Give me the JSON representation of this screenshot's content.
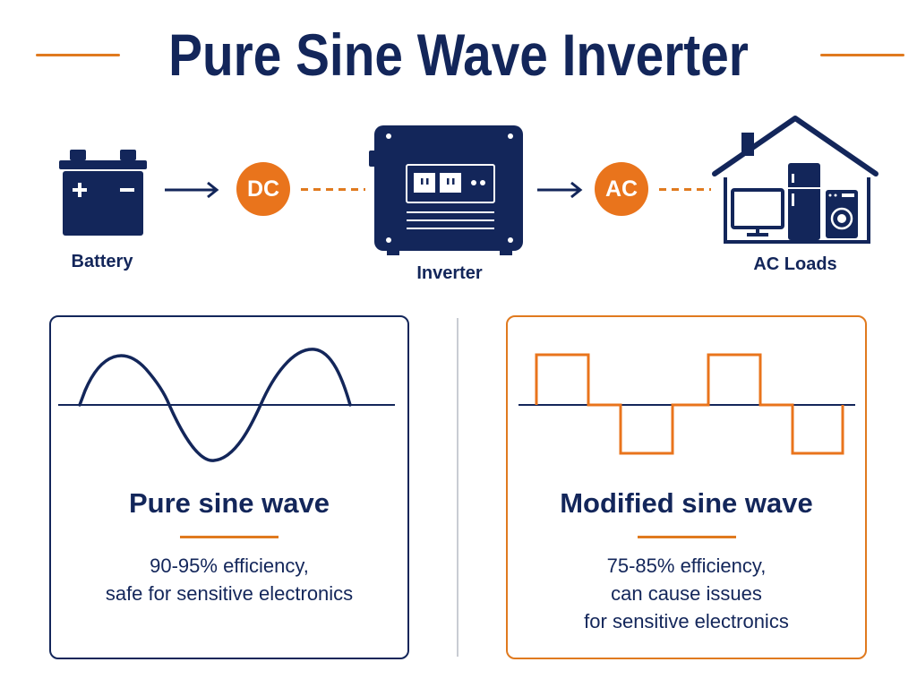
{
  "title": "Pure Sine Wave Inverter",
  "flow": {
    "battery_label": "Battery",
    "dc_label": "DC",
    "inverter_label": "Inverter",
    "ac_label": "AC",
    "loads_label": "AC Loads"
  },
  "panels": {
    "pure": {
      "heading": "Pure sine wave",
      "desc_lines": [
        "90-95% efficiency,",
        "safe for sensitive electronics"
      ]
    },
    "modified": {
      "heading": "Modified sine wave",
      "desc_lines": [
        "75-85% efficiency,",
        "can cause issues",
        "for sensitive electronics"
      ]
    }
  },
  "colors": {
    "navy": "#13265a",
    "orange": "#e9741c",
    "divider": "#c9ccd3"
  },
  "icons": [
    "battery-icon",
    "inverter-icon",
    "house-icon",
    "arrow-right-icon"
  ]
}
